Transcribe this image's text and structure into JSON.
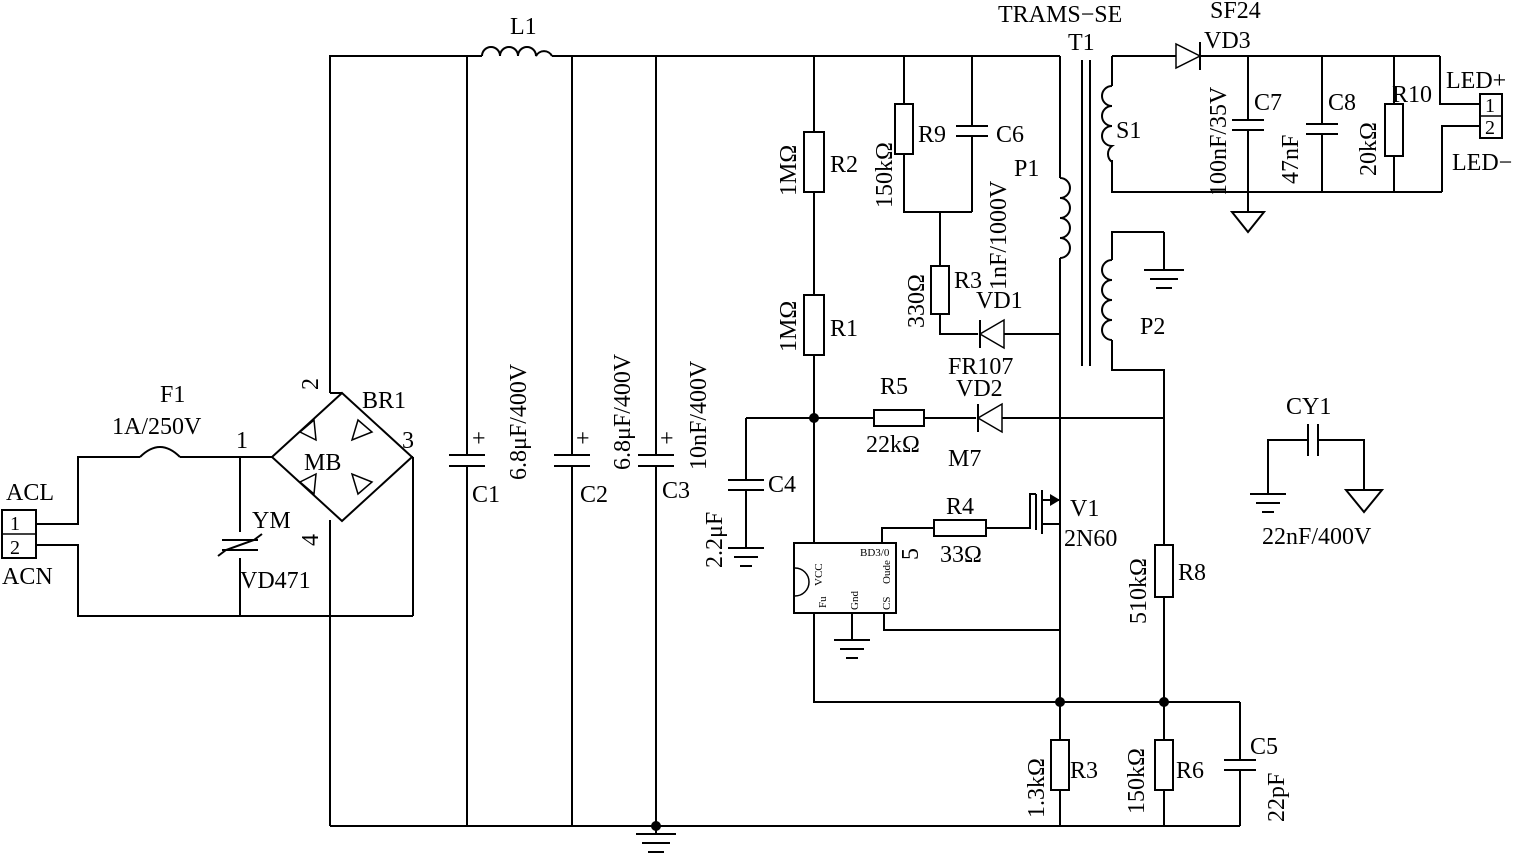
{
  "labels": {
    "l1": "L1",
    "f1": "F1",
    "f1_rating": "1A/250V",
    "acl": "ACL",
    "acn": "ACN",
    "conn_pin1": "1",
    "conn_pin2": "2",
    "vd471": "VD471",
    "ym": "YM",
    "br1": "BR1",
    "mb": "MB",
    "br_pin1": "1",
    "br_pin2": "2",
    "br_pin3": "3",
    "br_pin4": "4",
    "c1": "C1",
    "c1_value": "6.8μF/400V",
    "c2": "C2",
    "c2_value": "6.8μF/400V",
    "c3": "C3",
    "c3_value": "10nF/400V",
    "plus": "+",
    "r2": "R2",
    "r2_value": "1MΩ",
    "r1": "R1",
    "r1_value": "1MΩ",
    "r9": "R9",
    "r9_value": "150kΩ",
    "c6": "C6",
    "c6_value": "1nF/1000V",
    "r3_top": "R3",
    "r3_top_value": "330Ω",
    "vd1": "VD1",
    "fr107": "FR107",
    "r5": "R5",
    "r5_value": "22kΩ",
    "vd2": "VD2",
    "m7": "M7",
    "c4": "C4",
    "c4_value": "2.2μF",
    "r4": "R4",
    "r4_value": "33Ω",
    "v1": "V1",
    "v1_part": "2N60",
    "ic_name": "BD3/0",
    "ic_vcc": "VCC",
    "ic_oude": "Oude",
    "ic_fu": "Fu",
    "ic_gnd": "Gnd",
    "ic_cs": "CS",
    "ic_pin5": "5",
    "r8": "R8",
    "r8_value": "510kΩ",
    "r3_bot": "R3",
    "r3_bot_value": "1.3kΩ",
    "r6": "R6",
    "r6_value": "150kΩ",
    "c5": "C5",
    "c5_value": "22pF",
    "trams": "TRAMS−SE",
    "t1": "T1",
    "p1": "P1",
    "p2": "P2",
    "s1": "S1",
    "sf24": "SF24",
    "vd3": "VD3",
    "c7": "C7",
    "c7_value": "100nF/35V",
    "c8": "C8",
    "c8_value": "47nF",
    "r10": "R10",
    "r10_value": "20kΩ",
    "led_plus": "LED+",
    "led_minus": "LED−",
    "out_pin1": "1",
    "out_pin2": "2",
    "cy1": "CY1",
    "cy1_value": "22nF/400V"
  }
}
